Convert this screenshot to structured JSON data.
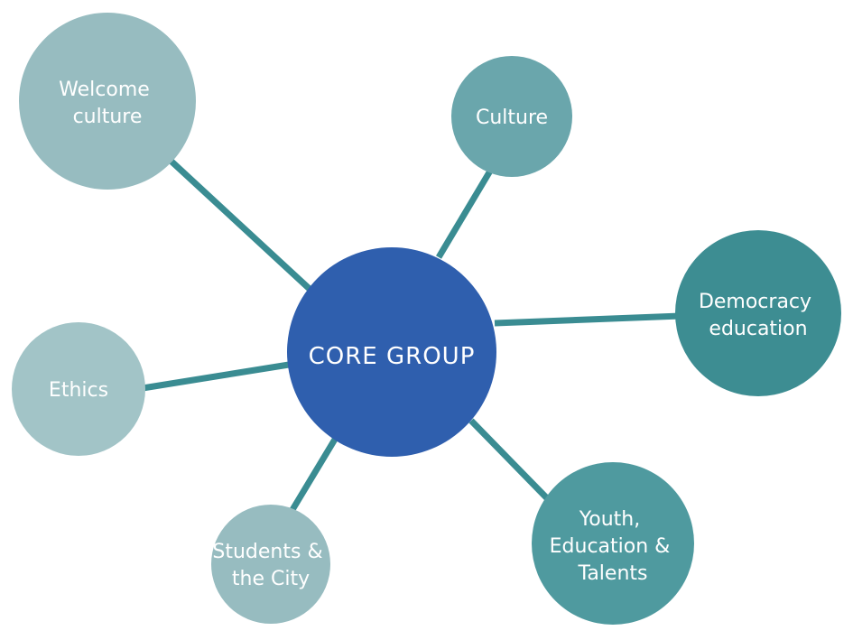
{
  "core": {
    "label": "CORE GROUP",
    "color": "#2f5fae"
  },
  "nodes": [
    {
      "id": "welcome-culture",
      "lines": [
        "Welcome",
        "culture"
      ],
      "color": "#97bcc0"
    },
    {
      "id": "culture",
      "lines": [
        "Culture"
      ],
      "color": "#6aa6ac"
    },
    {
      "id": "democracy-education",
      "lines": [
        "Democracy",
        "education"
      ],
      "color": "#3d8d92"
    },
    {
      "id": "ethics",
      "lines": [
        "Ethics"
      ],
      "color": "#a2c4c7"
    },
    {
      "id": "students-city",
      "lines": [
        "Students &",
        "the City"
      ],
      "color": "#97bcc0"
    },
    {
      "id": "youth-education-talents",
      "lines": [
        "Youth,",
        "Education &",
        "Talents"
      ],
      "color": "#4f9a9f"
    }
  ],
  "link_color": "#3a8c92"
}
